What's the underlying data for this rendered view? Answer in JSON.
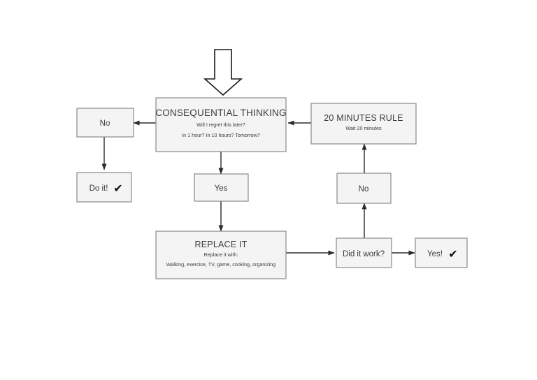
{
  "diagram": {
    "title": "Consequential Thinking Flowchart",
    "background_color": "#ffffff",
    "node_fill": "#f4f4f4",
    "node_border": "#8a8a8a",
    "connector_color": "#2b2b2b",
    "text_color": "#3c3c3c"
  },
  "nodes": {
    "entry_arrow": {
      "name": "entry-block-arrow",
      "shape": "block-arrow-down"
    },
    "consequential_thinking": {
      "title": "CONSEQUENTIAL THINKING",
      "sub1": "Will I regret this later?",
      "sub2": "In 1 hour? In 10 hours? Tomorrow?"
    },
    "twenty_minutes_rule": {
      "title": "20 MINUTES RULE",
      "sub1": "Wait 20 minutes"
    },
    "no_left": {
      "label": "No"
    },
    "do_it": {
      "label": "Do it!",
      "check": "✔"
    },
    "yes_middle": {
      "label": "Yes"
    },
    "no_right": {
      "label": "No"
    },
    "replace_it": {
      "title": "REPLACE IT",
      "sub1": "Replace it with:",
      "sub2": "Walking, exercise, TV, game, cooking, organizing"
    },
    "did_it_work": {
      "label": "Did it work?"
    },
    "yes_end": {
      "label": "Yes!",
      "check": "✔"
    }
  },
  "edges": [
    {
      "from": "entry_arrow",
      "to": "consequential_thinking",
      "label": ""
    },
    {
      "from": "consequential_thinking",
      "to": "no_left",
      "label": ""
    },
    {
      "from": "no_left",
      "to": "do_it",
      "label": ""
    },
    {
      "from": "consequential_thinking",
      "to": "yes_middle",
      "label": ""
    },
    {
      "from": "yes_middle",
      "to": "replace_it",
      "label": ""
    },
    {
      "from": "replace_it",
      "to": "did_it_work",
      "label": ""
    },
    {
      "from": "did_it_work",
      "to": "yes_end",
      "label": ""
    },
    {
      "from": "did_it_work",
      "to": "no_right",
      "label": ""
    },
    {
      "from": "no_right",
      "to": "twenty_minutes_rule",
      "label": ""
    },
    {
      "from": "twenty_minutes_rule",
      "to": "consequential_thinking",
      "label": ""
    }
  ]
}
